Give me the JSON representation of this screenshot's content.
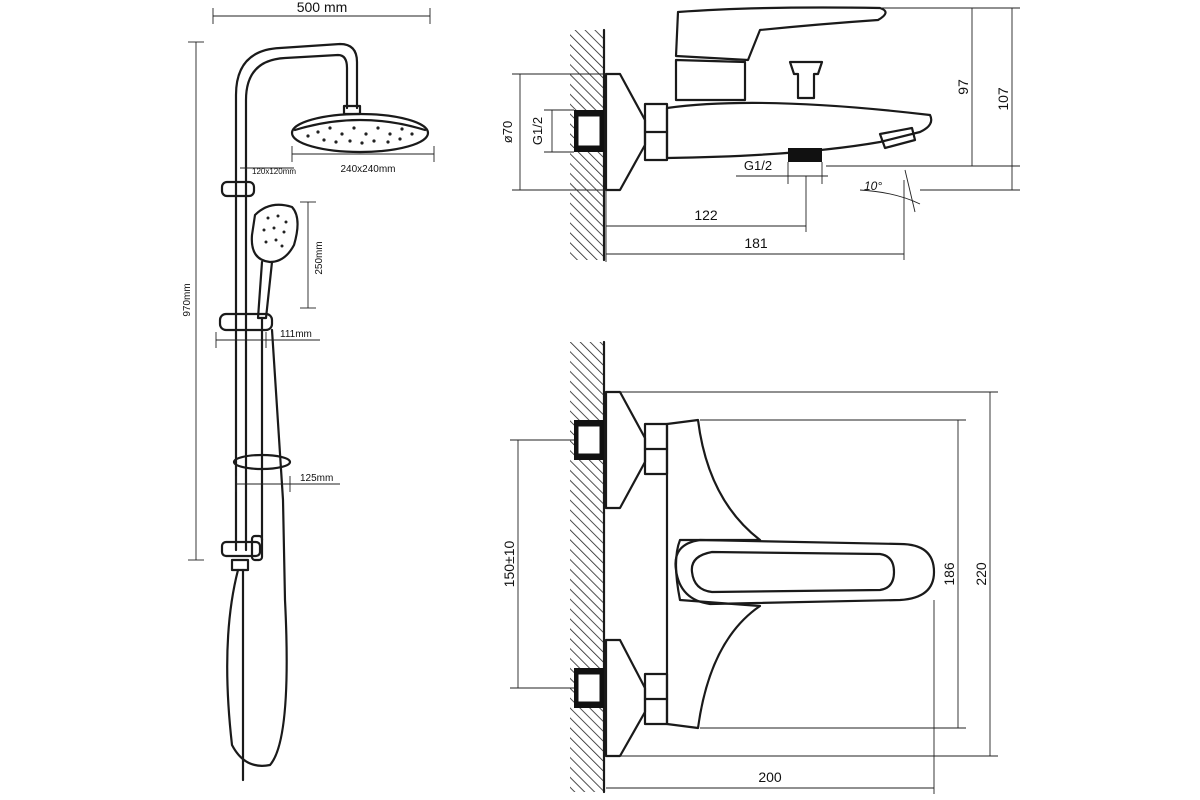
{
  "shower_column": {
    "width_label": "500 mm",
    "height_label": "970mm",
    "head_size_label": "240x240mm",
    "holder_label": "120x120mm",
    "handshower_length_label": "250mm",
    "holder_offset_label": "111mm",
    "shelf_offset_label": "125mm"
  },
  "mixer_side_view": {
    "flange_diameter_label": "ø70",
    "inlet_thread_label": "G1/2",
    "outlet_thread_label": "G1/2",
    "spout_angle_label": "10°",
    "outlet_distance_label": "122",
    "spout_length_label": "181",
    "body_height_label": "97",
    "total_height_label": "107"
  },
  "mixer_top_view": {
    "inlet_spacing_label": "150±10",
    "inner_width_label": "186",
    "outer_width_label": "220",
    "depth_label": "200"
  }
}
